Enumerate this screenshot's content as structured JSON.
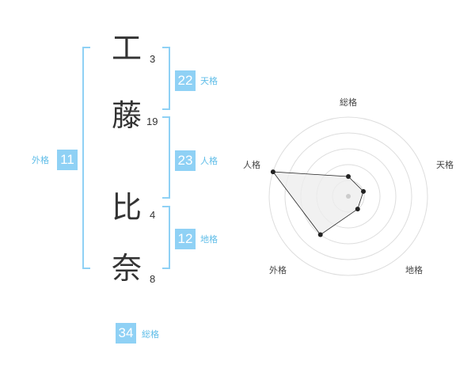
{
  "name": {
    "chars": [
      {
        "char": "工",
        "strokes": "3"
      },
      {
        "char": "藤",
        "strokes": "19"
      },
      {
        "char": "比",
        "strokes": "4"
      },
      {
        "char": "奈",
        "strokes": "8"
      }
    ]
  },
  "kaku": {
    "tenkaku": {
      "value": "22",
      "label": "天格"
    },
    "jinkaku": {
      "value": "23",
      "label": "人格"
    },
    "chikaku": {
      "value": "12",
      "label": "地格"
    },
    "gaikaku": {
      "value": "11",
      "label": "外格"
    },
    "soukaku": {
      "value": "34",
      "label": "総格"
    }
  },
  "chart_data": {
    "type": "radar",
    "axes": [
      "総格",
      "天格",
      "地格",
      "外格",
      "人格"
    ],
    "values": [
      0.25,
      0.2,
      0.2,
      0.6,
      1.0
    ],
    "max": 1.0,
    "rings": 5,
    "colors": {
      "grid": "#dddddd",
      "fill": "#eeeeee",
      "line": "#222222",
      "center": "#cccccc",
      "accent": "#8fd1f5"
    }
  }
}
